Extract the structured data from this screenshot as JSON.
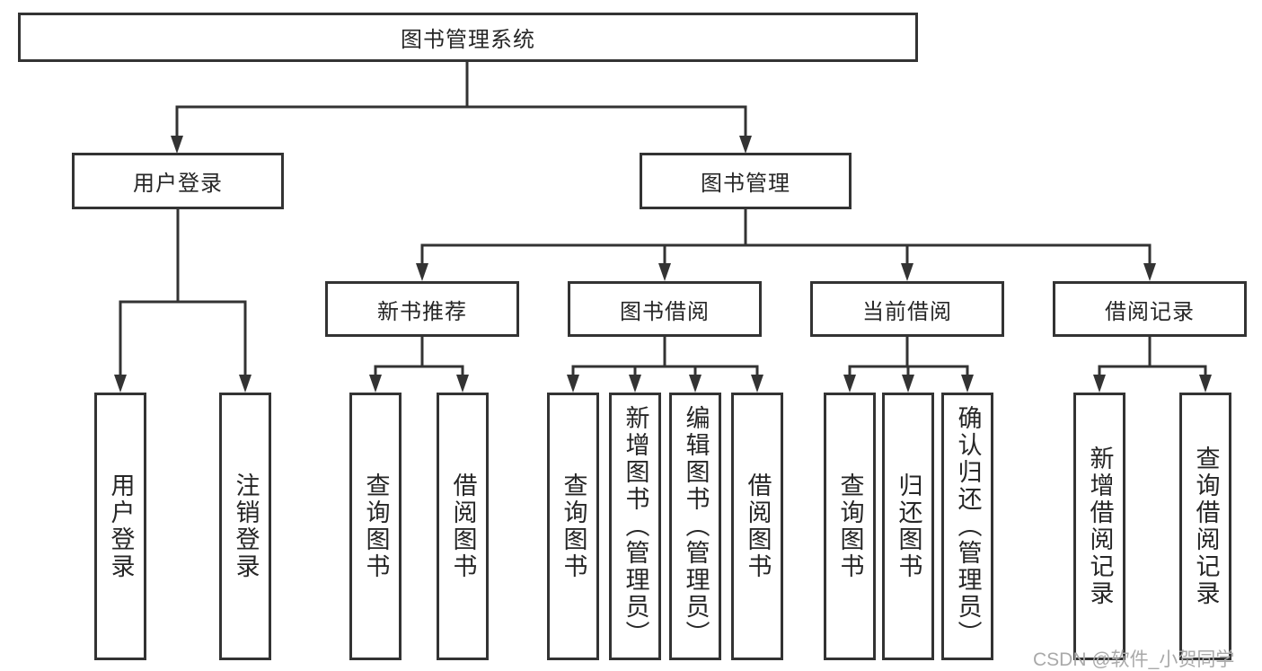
{
  "diagram_title": "图书管理系统",
  "colors": {
    "line": "#333333",
    "text": "#262626",
    "box_background": "#ffffff",
    "watermark_text": "#a9a9a9"
  },
  "hierarchy": {
    "label": "图书管理系统",
    "children": [
      {
        "label": "用户登录",
        "children": [
          {
            "label": "用户登录"
          },
          {
            "label": "注销登录"
          }
        ]
      },
      {
        "label": "图书管理",
        "children": [
          {
            "label": "新书推荐",
            "children": [
              {
                "label": "查询图书"
              },
              {
                "label": "借阅图书"
              }
            ]
          },
          {
            "label": "图书借阅",
            "children": [
              {
                "label": "查询图书"
              },
              {
                "label": "新增图书（管理员）"
              },
              {
                "label": "编辑图书（管理员）"
              },
              {
                "label": "借阅图书"
              }
            ]
          },
          {
            "label": "当前借阅",
            "children": [
              {
                "label": "查询图书"
              },
              {
                "label": "归还图书"
              },
              {
                "label": "确认归还（管理员）"
              }
            ]
          },
          {
            "label": "借阅记录",
            "children": [
              {
                "label": "新增借阅记录"
              },
              {
                "label": "查询借阅记录"
              }
            ]
          }
        ]
      }
    ]
  },
  "watermark": {
    "text": "CSDN @软件_小贺同学"
  }
}
